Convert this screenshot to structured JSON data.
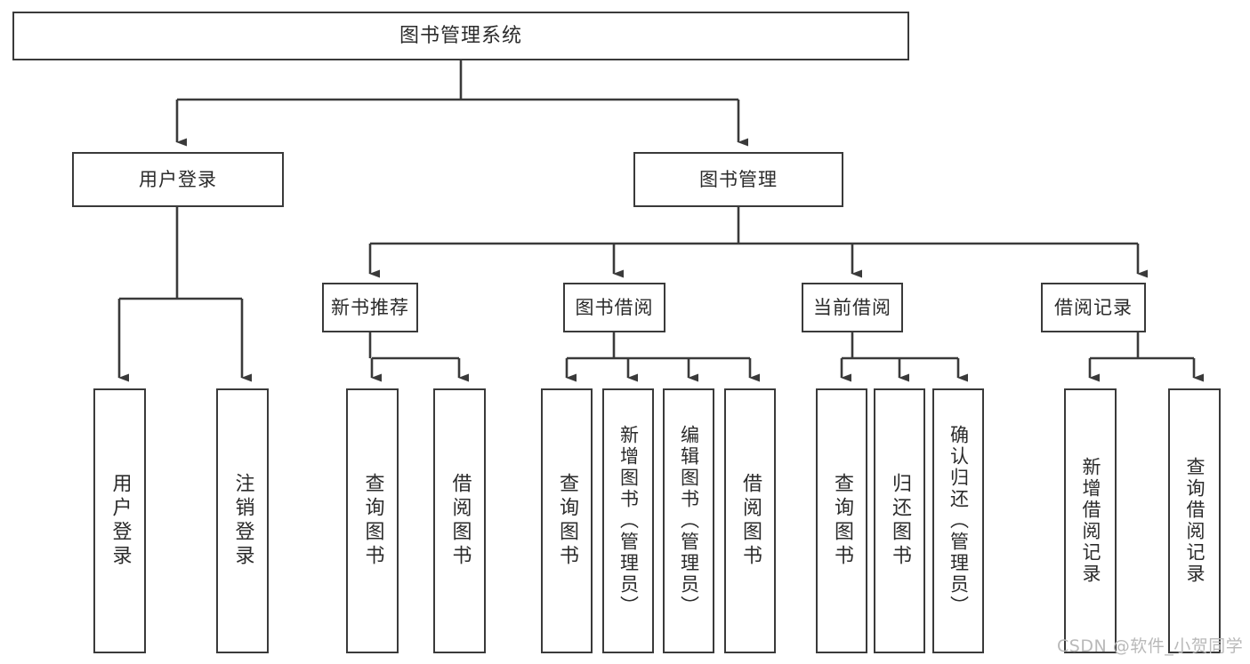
{
  "diagram": {
    "title": "图书管理系统",
    "watermark": "CSDN @软件_小贺同学",
    "type": "tree-hierarchy-diagram",
    "colors": {
      "box_border": "#3a3a3a",
      "box_fill": "#ffffff",
      "connector": "#3a3a3a",
      "text": "#2b2b2b",
      "watermark": "#b9b9b9"
    },
    "root": {
      "label": "图书管理系统"
    },
    "level2": [
      {
        "label": "用户登录"
      },
      {
        "label": "图书管理"
      }
    ],
    "level3": [
      {
        "label": "新书推荐"
      },
      {
        "label": "图书借阅"
      },
      {
        "label": "当前借阅"
      },
      {
        "label": "借阅记录"
      }
    ],
    "leaves": {
      "user_login": [
        {
          "label": "用户登录"
        },
        {
          "label": "注销登录"
        }
      ],
      "new_book_recommend": [
        {
          "label": "查询图书"
        },
        {
          "label": "借阅图书"
        }
      ],
      "book_borrow": [
        {
          "label": "查询图书"
        },
        {
          "label": "新增图书（管理员）"
        },
        {
          "label": "编辑图书（管理员）"
        },
        {
          "label": "借阅图书"
        }
      ],
      "current_borrow": [
        {
          "label": "查询图书"
        },
        {
          "label": "归还图书"
        },
        {
          "label": "确认归还（管理员）"
        }
      ],
      "borrow_record": [
        {
          "label": "新增借阅记录"
        },
        {
          "label": "查询借阅记录"
        }
      ]
    }
  }
}
